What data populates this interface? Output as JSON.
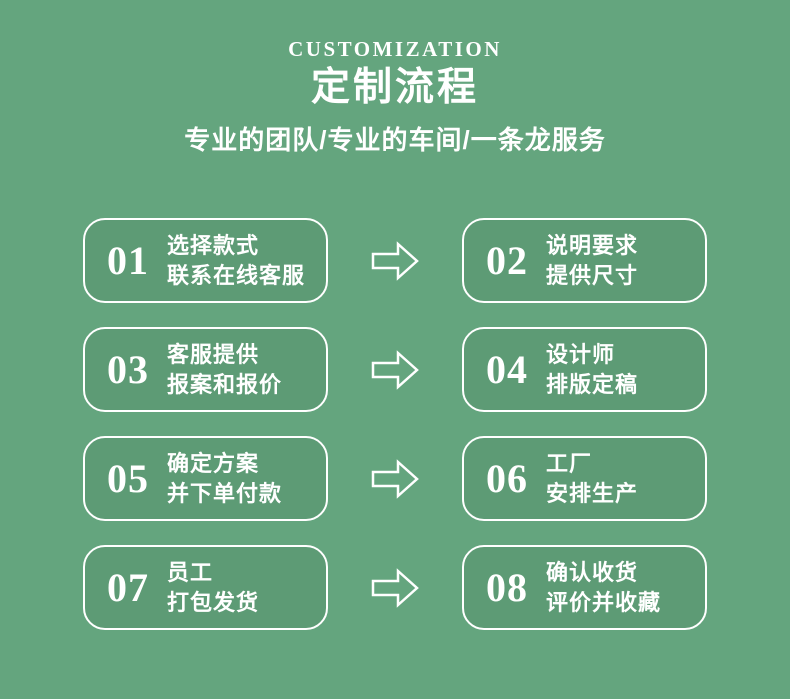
{
  "theme": {
    "background": "#64a57e",
    "box_fill": "#5d9b75",
    "border": "#ffffff",
    "text": "#ffffff"
  },
  "header": {
    "eyebrow": "CUSTOMIZATION",
    "title": "定制流程",
    "subtitle": "专业的团队/专业的车间/一条龙服务"
  },
  "steps": [
    {
      "number": "01",
      "line1": "选择款式",
      "line2": "联系在线客服"
    },
    {
      "number": "02",
      "line1": "说明要求",
      "line2": "提供尺寸"
    },
    {
      "number": "03",
      "line1": "客服提供",
      "line2": "报案和报价"
    },
    {
      "number": "04",
      "line1": "设计师",
      "line2": "排版定稿"
    },
    {
      "number": "05",
      "line1": "确定方案",
      "line2": "并下单付款"
    },
    {
      "number": "06",
      "line1": "工厂",
      "line2": "安排生产"
    },
    {
      "number": "07",
      "line1": "员工",
      "line2": "打包发货"
    },
    {
      "number": "08",
      "line1": "确认收货",
      "line2": "评价并收藏"
    }
  ]
}
